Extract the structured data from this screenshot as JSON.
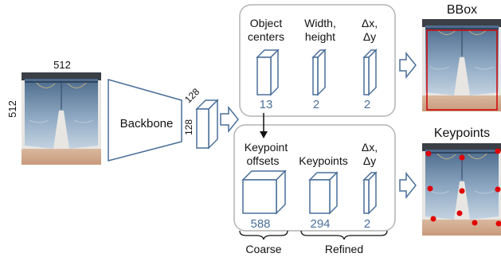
{
  "input": {
    "width_label": "512",
    "height_label": "512"
  },
  "backbone": {
    "label": "Backbone"
  },
  "feature_map": {
    "width_label": "128",
    "height_label": "128"
  },
  "top_box": {
    "heads": [
      {
        "label_line1": "Object",
        "label_line2": "centers",
        "channels": "13"
      },
      {
        "label_line1": "Width,",
        "label_line2": "height",
        "channels": "2"
      },
      {
        "label_line1": "Δx,",
        "label_line2": "Δy",
        "channels": "2"
      }
    ]
  },
  "bottom_box": {
    "heads": [
      {
        "label_line1": "Keypoint",
        "label_line2": "offsets",
        "channels": "588"
      },
      {
        "label_line1": "Keypoints",
        "label_line2": "",
        "channels": "294"
      },
      {
        "label_line1": "Δx,",
        "label_line2": "Δy",
        "channels": "2"
      }
    ]
  },
  "outputs": {
    "bbox_label": "BBox",
    "keypoints_label": "Keypoints"
  },
  "groups": {
    "coarse_label": "Coarse",
    "refined_label": "Refined"
  },
  "colors": {
    "box_stroke": "#b3b3b3",
    "number": "#4a6f9a",
    "bbox": "#d00000",
    "keypoint": "#e00000"
  }
}
